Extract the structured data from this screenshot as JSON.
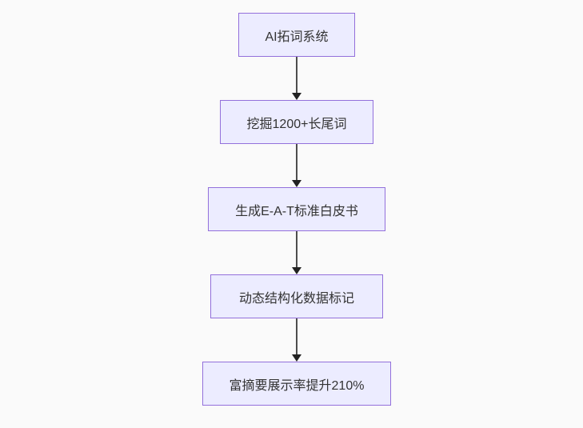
{
  "flowchart": {
    "type": "flowchart",
    "direction": "top-down",
    "nodes": [
      {
        "id": "n1",
        "label": "AI拓词系统"
      },
      {
        "id": "n2",
        "label": "挖掘1200+长尾词"
      },
      {
        "id": "n3",
        "label": "生成E-A-T标准白皮书"
      },
      {
        "id": "n4",
        "label": "动态结构化数据标记"
      },
      {
        "id": "n5",
        "label": "富摘要展示率提升210%"
      }
    ],
    "edges": [
      {
        "from": "n1",
        "to": "n2",
        "arrow": "down"
      },
      {
        "from": "n2",
        "to": "n3",
        "arrow": "down"
      },
      {
        "from": "n3",
        "to": "n4",
        "arrow": "down"
      },
      {
        "from": "n4",
        "to": "n5",
        "arrow": "down"
      }
    ]
  },
  "colors": {
    "background": "#fafafa",
    "node_fill": "#ECECFF",
    "node_border": "#9370DB",
    "node_text": "#333333",
    "arrow_line": "#4d4d4d",
    "arrow_head": "#222222"
  }
}
